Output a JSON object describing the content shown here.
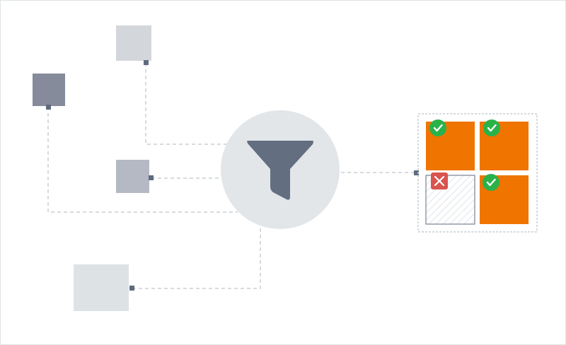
{
  "diagram": {
    "type": "filter-flow",
    "filter_icon": "funnel-icon",
    "sources": [
      {
        "id": "source-top",
        "color": "#d3d7dc"
      },
      {
        "id": "source-left",
        "color": "#858b9a"
      },
      {
        "id": "source-middle",
        "color": "#b5b9c3"
      },
      {
        "id": "source-bottom",
        "color": "#dde3e5"
      }
    ],
    "output_grid": {
      "cells": [
        {
          "status": "passed",
          "icon": "check-icon",
          "color": "#f07400"
        },
        {
          "status": "passed",
          "icon": "check-icon",
          "color": "#f07400"
        },
        {
          "status": "rejected",
          "icon": "close-icon",
          "color": "#d9534f"
        },
        {
          "status": "passed",
          "icon": "check-icon",
          "color": "#f07400"
        }
      ]
    },
    "colors": {
      "connector": "#c9cfd4",
      "port": "#5f6a7e",
      "filter_circle": "#e2e6e9",
      "funnel": "#636e80",
      "check_badge": "#2ab24a",
      "reject_badge": "#d9534f",
      "grid_border": "#c9cfd4"
    }
  }
}
